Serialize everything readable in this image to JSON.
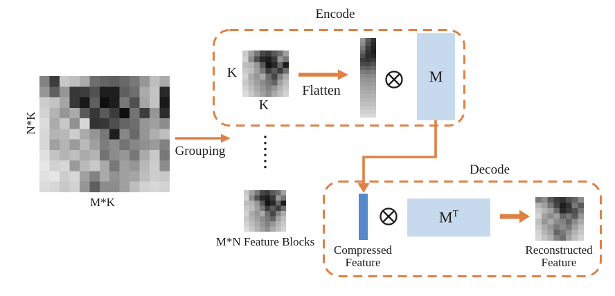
{
  "colors": {
    "orange": "#DF8044",
    "light_blue": "#C7DAED",
    "bar_blue": "#5589C9",
    "text": "#1C1C1C"
  },
  "labels": {
    "encode_title": "Encode",
    "decode_title": "Decode",
    "input_rows": "N*K",
    "input_cols": "M*K",
    "grouping": "Grouping",
    "k_left": "K",
    "k_bottom": "K",
    "flatten": "Flatten",
    "m_matrix": "M",
    "mt_base": "M",
    "mt_sup": "T",
    "feature_blocks": "M*N Feature Blocks",
    "compressed": [
      "Compressed",
      "Feature"
    ],
    "reconstructed": [
      "Reconstructed",
      "Feature"
    ]
  },
  "icons": {
    "otimes": "circled-times (matrix multiply)"
  },
  "heatmaps": {
    "input_grid": [
      [
        130,
        60,
        200,
        190,
        170,
        110,
        100,
        95,
        105,
        120,
        150,
        190,
        170
      ],
      [
        150,
        95,
        150,
        55,
        60,
        80,
        30,
        30,
        95,
        110,
        170,
        195,
        40
      ],
      [
        205,
        195,
        165,
        55,
        25,
        95,
        15,
        30,
        120,
        80,
        165,
        195,
        25
      ],
      [
        210,
        180,
        150,
        170,
        90,
        55,
        90,
        60,
        15,
        115,
        60,
        150,
        45
      ],
      [
        220,
        170,
        200,
        145,
        215,
        50,
        55,
        80,
        100,
        110,
        150,
        160,
        140
      ],
      [
        215,
        180,
        185,
        205,
        170,
        150,
        120,
        30,
        135,
        105,
        150,
        175,
        190
      ],
      [
        215,
        160,
        180,
        155,
        185,
        160,
        125,
        140,
        115,
        135,
        145,
        155,
        130
      ],
      [
        225,
        195,
        180,
        190,
        170,
        180,
        115,
        140,
        150,
        120,
        170,
        200,
        120
      ],
      [
        230,
        210,
        215,
        155,
        185,
        200,
        170,
        120,
        160,
        150,
        185,
        205,
        140
      ],
      [
        225,
        230,
        205,
        215,
        160,
        130,
        170,
        145,
        160,
        165,
        190,
        205,
        200
      ],
      [
        220,
        215,
        200,
        210,
        150,
        95,
        140,
        140,
        160,
        190,
        210,
        215,
        210
      ]
    ],
    "block_grid": [
      [
        200,
        160,
        120,
        70,
        60,
        90,
        110,
        160
      ],
      [
        210,
        140,
        80,
        40,
        30,
        60,
        150,
        120
      ],
      [
        190,
        180,
        150,
        90,
        20,
        40,
        100,
        30
      ],
      [
        200,
        190,
        160,
        120,
        60,
        90,
        60,
        110
      ],
      [
        210,
        170,
        150,
        170,
        110,
        70,
        130,
        170
      ],
      [
        200,
        180,
        160,
        140,
        120,
        100,
        160,
        190
      ],
      [
        210,
        190,
        170,
        150,
        130,
        150,
        180,
        200
      ],
      [
        220,
        200,
        180,
        160,
        140,
        170,
        190,
        210
      ]
    ],
    "recon_grid": [
      [
        120,
        140,
        90,
        60,
        50,
        80,
        100,
        140
      ],
      [
        180,
        160,
        120,
        70,
        30,
        50,
        120,
        90
      ],
      [
        200,
        180,
        160,
        110,
        40,
        60,
        80,
        120
      ],
      [
        210,
        160,
        140,
        160,
        100,
        120,
        90,
        150
      ],
      [
        190,
        150,
        170,
        140,
        130,
        100,
        140,
        170
      ],
      [
        200,
        170,
        150,
        120,
        140,
        120,
        160,
        190
      ],
      [
        210,
        180,
        160,
        100,
        120,
        150,
        180,
        200
      ],
      [
        215,
        195,
        175,
        130,
        110,
        160,
        190,
        210
      ]
    ],
    "flatten_strip": [
      [
        150,
        90,
        50
      ],
      [
        140,
        80,
        40
      ],
      [
        120,
        60,
        35
      ],
      [
        100,
        50,
        30
      ],
      [
        80,
        45,
        40
      ],
      [
        60,
        50,
        60
      ],
      [
        75,
        70,
        85
      ],
      [
        100,
        95,
        105
      ],
      [
        125,
        120,
        125
      ],
      [
        140,
        135,
        140
      ],
      [
        150,
        148,
        150
      ],
      [
        158,
        155,
        158
      ],
      [
        165,
        162,
        165
      ],
      [
        172,
        170,
        172
      ],
      [
        178,
        176,
        178
      ],
      [
        185,
        183,
        185
      ],
      [
        192,
        190,
        192
      ],
      [
        200,
        198,
        200
      ],
      [
        208,
        206,
        208
      ],
      [
        218,
        216,
        218
      ]
    ]
  }
}
